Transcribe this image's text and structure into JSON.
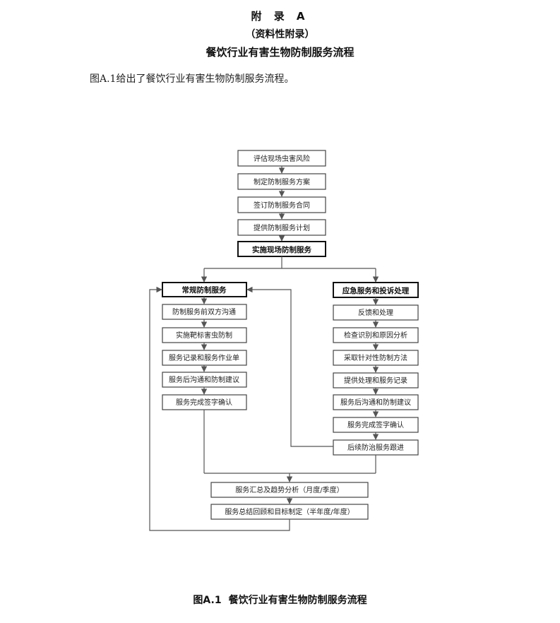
{
  "header": {
    "appendix_title": "附 录 A",
    "appendix_subtitle": "（资料性附录）",
    "appendix_name": "餐饮行业有害生物防制服务流程"
  },
  "intro_text": "图A.1给出了餐饮行业有害生物防制服务流程。",
  "flowchart": {
    "main_steps": [
      "评估现场虫害风险",
      "制定防制服务方案",
      "签订防制服务合同",
      "提供防制服务计划"
    ],
    "implement": "实施现场防制服务",
    "routine": {
      "title": "常规防制服务",
      "steps": [
        "防制服务前双方沟通",
        "实施靶标害虫防制",
        "服务记录和服务作业单",
        "服务后沟通和防制建议",
        "服务完成签字确认"
      ]
    },
    "emergency": {
      "title": "应急服务和投诉处理",
      "steps": [
        "反馈和处理",
        "检查识别和原因分析",
        "采取针对性防制方法",
        "提供处理和服务记录",
        "服务后沟通和防制建议",
        "服务完成签字确认",
        "后续防治服务跟进"
      ]
    },
    "summary_steps": [
      "服务汇总及趋势分析（月度/季度）",
      "服务总结回顾和目标制定（半年度/年度）"
    ]
  },
  "caption": {
    "number": "图A.1",
    "title": "餐饮行业有害生物防制服务流程"
  }
}
